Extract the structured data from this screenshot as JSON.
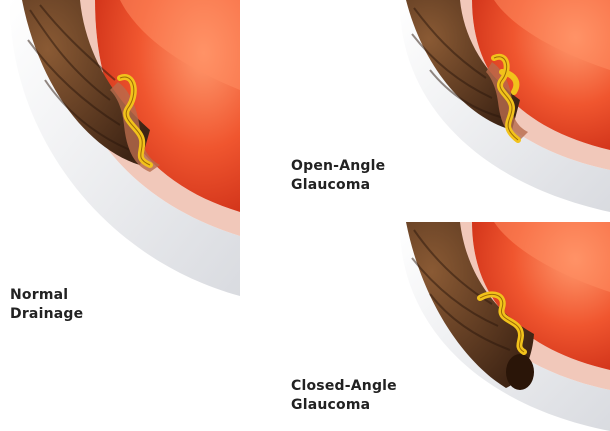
{
  "panels": {
    "normal": {
      "caption": [
        "Normal",
        "Drainage"
      ]
    },
    "open": {
      "caption": [
        "Open-Angle",
        "Glaucoma"
      ]
    },
    "closed": {
      "caption": [
        "Closed-Angle",
        "Glaucoma"
      ]
    }
  },
  "colors": {
    "lens_red": "#e8432a",
    "cornea_pink": "#f1c8ba",
    "iris_brown": "#6b4226",
    "drainage_yellow": "#f2c21b",
    "sclera_white": "#f2f2f4"
  }
}
